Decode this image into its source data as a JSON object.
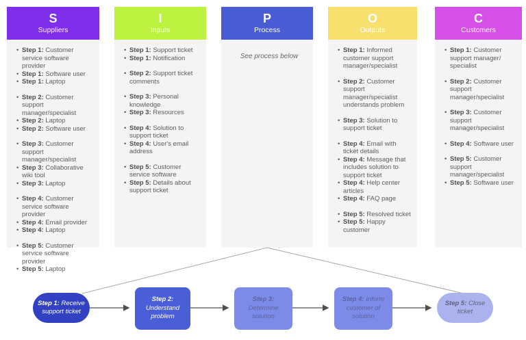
{
  "diagram": {
    "type": "SIPOC",
    "columns": [
      {
        "id": "suppliers",
        "letter": "S",
        "label": "Suppliers",
        "header_bg": "#7f2eec",
        "groups": [
          [
            {
              "step": "Step 1:",
              "text": "Customer service software provider"
            },
            {
              "step": "Step 1:",
              "text": "Software user"
            },
            {
              "step": "Step 1:",
              "text": "Laptop"
            }
          ],
          [
            {
              "step": "Step 2:",
              "text": "Customer support manager/specialist"
            },
            {
              "step": "Step 2:",
              "text": "Laptop"
            },
            {
              "step": "Step 2:",
              "text": "Software user"
            }
          ],
          [
            {
              "step": "Step 3:",
              "text": "Customer support manager/specialist"
            },
            {
              "step": "Step 3:",
              "text": "Collaborative wiki tool"
            },
            {
              "step": "Step 3:",
              "text": "Laptop"
            }
          ],
          [
            {
              "step": "Step 4:",
              "text": "Customer service software provider"
            },
            {
              "step": "Step 4:",
              "text": "Email provider"
            },
            {
              "step": "Step 4:",
              "text": "Laptop"
            }
          ],
          [
            {
              "step": "Step 5:",
              "text": "Customer service software provider"
            },
            {
              "step": "Step 5:",
              "text": "Laptop"
            }
          ]
        ]
      },
      {
        "id": "inputs",
        "letter": "I",
        "label": "Inputs",
        "header_bg": "#bdf33e",
        "groups": [
          [
            {
              "step": "Step 1:",
              "text": "Support ticket"
            },
            {
              "step": "Step 1:",
              "text": "Notification"
            }
          ],
          [
            {
              "step": "Step 2:",
              "text": "Support ticket comments"
            }
          ],
          [
            {
              "step": "Step 3:",
              "text": "Personal knowledge"
            },
            {
              "step": "Step 3:",
              "text": "Resources"
            }
          ],
          [
            {
              "step": "Step 4:",
              "text": "Solution to support ticket"
            },
            {
              "step": "Step 4:",
              "text": "User's email address"
            }
          ],
          [
            {
              "step": "Step 5:",
              "text": "Customer service software"
            },
            {
              "step": "Step 5:",
              "text": "Details about support ticket"
            }
          ]
        ]
      },
      {
        "id": "process",
        "letter": "P",
        "label": "Process",
        "header_bg": "#4a5cd3",
        "note": "See process below",
        "groups": []
      },
      {
        "id": "outputs",
        "letter": "O",
        "label": "Outputs",
        "header_bg": "#f9df6e",
        "groups": [
          [
            {
              "step": "Step 1:",
              "text": "Informed customer support manager/specialist"
            }
          ],
          [
            {
              "step": "Step 2:",
              "text": "Customer support manager/specialist understands problem"
            }
          ],
          [
            {
              "step": "Step 3:",
              "text": "Solution to support ticket"
            }
          ],
          [
            {
              "step": "Step 4:",
              "text": "Email with ticket details"
            },
            {
              "step": "Step 4:",
              "text": "Message that includes solution to support ticket"
            },
            {
              "step": "Step 4:",
              "text": "Help center articles"
            },
            {
              "step": "Step 4:",
              "text": "FAQ page"
            }
          ],
          [
            {
              "step": "Step 5:",
              "text": "Resolved ticket"
            },
            {
              "step": "Step 5:",
              "text": "Happy customer"
            }
          ]
        ]
      },
      {
        "id": "customers",
        "letter": "C",
        "label": "Customers",
        "header_bg": "#d650e8",
        "groups": [
          [
            {
              "step": "Step 1:",
              "text": "Customer support manager/ specialist"
            }
          ],
          [
            {
              "step": "Step 2:",
              "text": "Customer support manager/specialist"
            }
          ],
          [
            {
              "step": "Step 3:",
              "text": "Customer support manager/specialist"
            }
          ],
          [
            {
              "step": "Step 4:",
              "text": "Software user"
            }
          ],
          [
            {
              "step": "Step 5:",
              "text": "Customer support manager/specialist"
            },
            {
              "step": "Step 5:",
              "text": "Software user"
            }
          ]
        ]
      }
    ],
    "flow": {
      "nodes": [
        {
          "step": "Step 1:",
          "text": "Receive support ticket",
          "bg": "#3141c1",
          "fg": "#ffffff",
          "shape": "stadium"
        },
        {
          "step": "Step 2:",
          "text": "Understand problem",
          "bg": "#4a5fd7",
          "fg": "#ffffff",
          "shape": "rect"
        },
        {
          "step": "Step 3:",
          "text": "Determine solution",
          "bg": "#7d8be8",
          "fg": "#5d639f",
          "shape": "rect"
        },
        {
          "step": "Step 4:",
          "text": "Inform customer of solution",
          "bg": "#7d8be8",
          "fg": "#5d639f",
          "shape": "rect"
        },
        {
          "step": "Step 5:",
          "text": "Close ticket",
          "bg": "#aab3ed",
          "fg": "#606377",
          "shape": "stadium"
        }
      ],
      "arrow_color": "#4f4f4f",
      "fan_line_color": "#a8a8a8"
    },
    "colors": {
      "column_body_bg": "#f4f4f6",
      "body_text": "#5c5c5c",
      "page_bg": "#ffffff"
    }
  }
}
